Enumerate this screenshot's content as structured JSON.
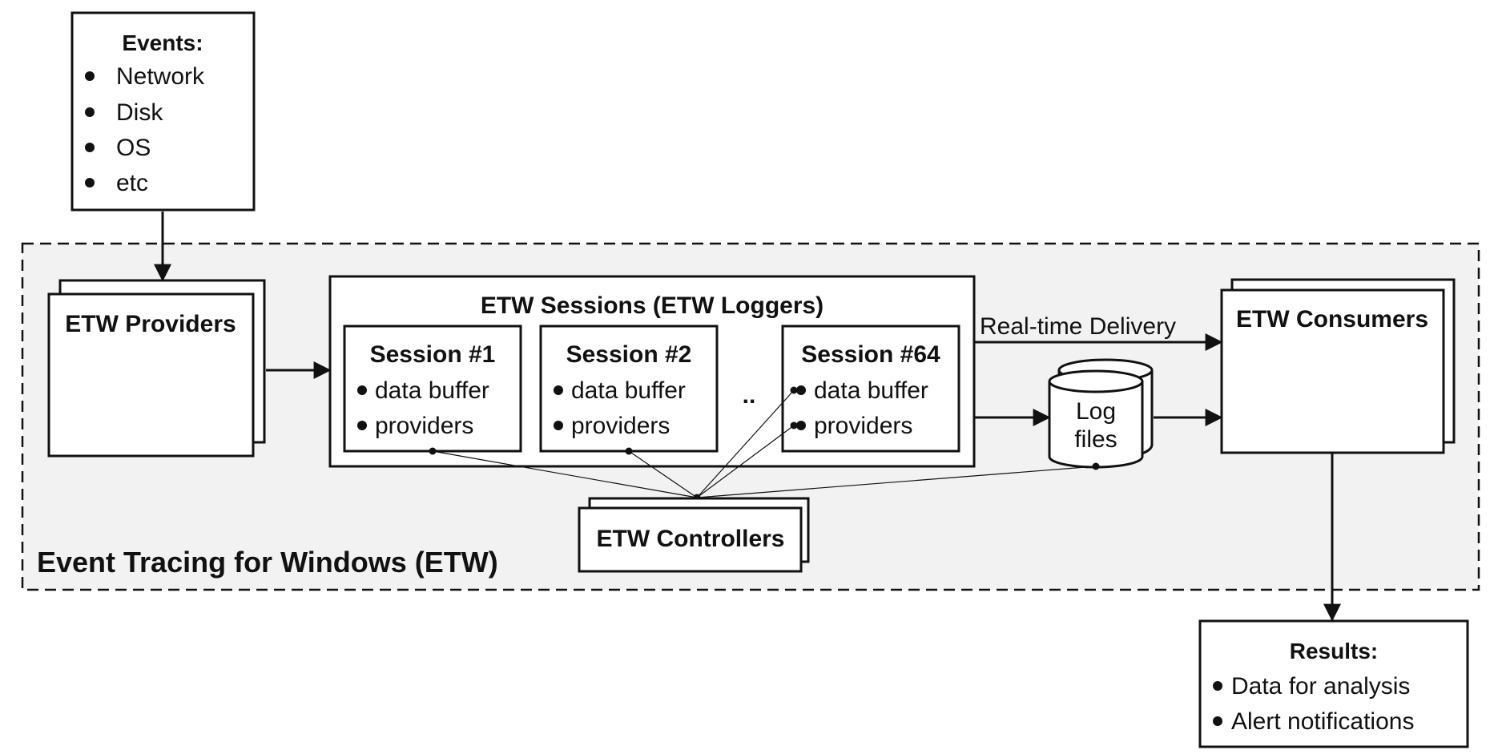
{
  "events": {
    "title": "Events:",
    "items": [
      "Network",
      "Disk",
      "OS",
      "etc"
    ]
  },
  "etw_region": {
    "label": "Event Tracing for Windows (ETW)"
  },
  "providers": {
    "label": "ETW Providers"
  },
  "sessions": {
    "title": "ETW Sessions (ETW Loggers)",
    "items": [
      {
        "title": "Session #1",
        "bullets": [
          "data buffer",
          "providers"
        ]
      },
      {
        "title": "Session #2",
        "bullets": [
          "data buffer",
          "providers"
        ]
      },
      {
        "title": "Session #64",
        "bullets": [
          "data buffer",
          "providers"
        ]
      }
    ],
    "ellipsis": ".."
  },
  "realtime": {
    "label": "Real-time Delivery"
  },
  "logfiles": {
    "line1": "Log",
    "line2": "files"
  },
  "consumers": {
    "label": "ETW Consumers"
  },
  "controllers": {
    "label": "ETW Controllers"
  },
  "results": {
    "title": "Results:",
    "items": [
      "Data for analysis",
      "Alert notifications"
    ]
  },
  "bullet_glyph": "•"
}
